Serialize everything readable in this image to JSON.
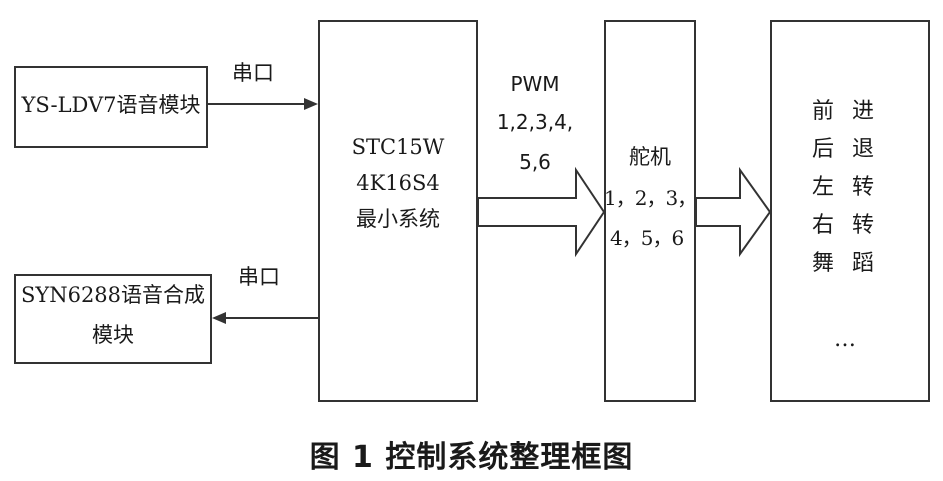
{
  "blocks": {
    "voice_recognition": "YS-LDV7语音模块",
    "speech_synthesis_line1": "SYN6288语音合成",
    "speech_synthesis_line2": "模块",
    "mcu_line1": "STC15W",
    "mcu_line2": "4K16S4",
    "mcu_line3": "最小系统",
    "servo_line1": "舵机",
    "servo_line2": "1，2，3，",
    "servo_line3": "4，5，6",
    "actions_col1": [
      "前",
      "后",
      "左",
      "右",
      "舞"
    ],
    "actions_col2": [
      "进",
      "退",
      "转",
      "转",
      "蹈"
    ],
    "actions_ellipsis": "…"
  },
  "connections": {
    "serial_in_label": "串口",
    "serial_out_label": "串口",
    "pwm_line1": "PWM",
    "pwm_line2": "1,2,3,4,",
    "pwm_line3": "5,6"
  },
  "caption": "图 1  控制系统整理框图"
}
